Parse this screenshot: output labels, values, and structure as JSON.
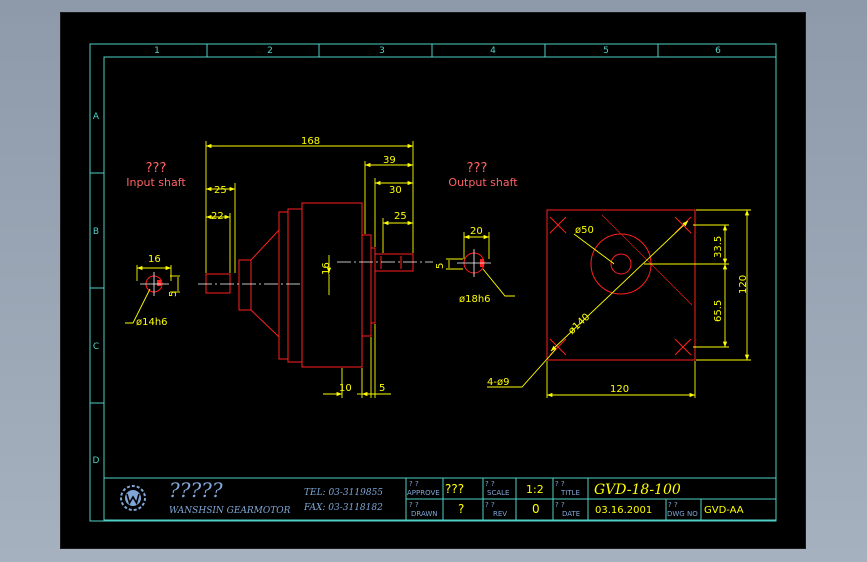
{
  "frame": {
    "columns": [
      "1",
      "2",
      "3",
      "4",
      "5",
      "6"
    ],
    "rows": [
      "A",
      "B",
      "C",
      "D"
    ]
  },
  "labels": {
    "input_cn": "???",
    "input_en": "Input shaft",
    "output_cn": "???",
    "output_en": "Output shaft"
  },
  "dimensions": {
    "overall_length": "168",
    "out_39": "39",
    "out_30": "30",
    "out_25": "25",
    "in_25": "25",
    "in_22": "22",
    "flange_10": "10",
    "flange_5": "5",
    "axis_16": "16",
    "in_sec_16": "16",
    "in_sec_5": "5",
    "in_dia": "ø14h6",
    "out_sec_20": "20",
    "out_sec_5": "5",
    "out_dia": "ø18h6",
    "bolt_circle": "ø140",
    "bore": "ø50",
    "holes": "4-ø9",
    "width_120": "120",
    "height_120": "120",
    "d33_5": "33.5",
    "d65_5": "65.5"
  },
  "title_block": {
    "company_cn": "?????",
    "company_en": "WANSHSIN GEARMOTOR",
    "tel": "TEL: 03-3119855",
    "fax": "FAX: 03-3118182",
    "approve_q": "? ?",
    "approve_label": "APPROVE",
    "approve_value": "???",
    "scale_q": "? ?",
    "scale_label": "SCALE",
    "scale_value": "1:2",
    "title_q": "? ?",
    "title_label": "TITLE",
    "title_value": "GVD-18-100",
    "drawn_q": "? ?",
    "drawn_label": "DRAWN",
    "drawn_value": "?",
    "rev_q": "? ?",
    "rev_label": "REV",
    "rev_value": "0",
    "date_q": "? ?",
    "date_label": "DATE",
    "date_value": "03.16.2001",
    "dwg_q": "? ?",
    "dwg_label": "DWG NO",
    "dwg_value": "GVD-AA"
  },
  "colors": {
    "background": "#000000",
    "frame": "#4fd1c5",
    "geometry": "#ff2020",
    "dimension": "#ffff00",
    "centerline": "#ffffff",
    "text_red": "#ff6464",
    "title_block": "#7fa6d6"
  }
}
